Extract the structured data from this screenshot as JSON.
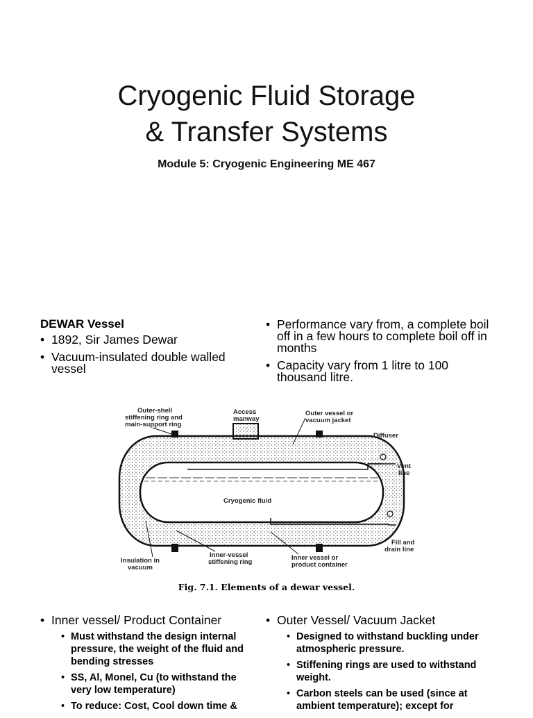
{
  "slide1": {
    "title_line1": "Cryogenic Fluid Storage",
    "title_line2": "& Transfer Systems",
    "subtitle": "Module 5: Cryogenic Engineering ME 467"
  },
  "slide2": {
    "left": {
      "heading": "DEWAR Vessel",
      "bullets": [
        "1892, Sir James Dewar",
        "Vacuum-insulated double walled vessel"
      ]
    },
    "right": {
      "bullets": [
        "Performance vary from, a complete boil off in a few hours to complete boil off in months",
        "Capacity vary from 1 litre to 100 thousand litre."
      ]
    },
    "figure": {
      "labels": {
        "outer_shell": [
          "Outer-shell",
          "stiffening ring and",
          "main-support ring"
        ],
        "access": [
          "Access",
          "manway"
        ],
        "outer_vessel": [
          "Outer vessel or",
          "vacuum jacket"
        ],
        "diffuser": "Diffuser",
        "vent": [
          "Vent",
          "line"
        ],
        "fluid": "Cryogenic fluid",
        "fill": [
          "Fill and",
          "drain line"
        ],
        "insulation": [
          "Insulation in",
          "vacuum"
        ],
        "inner_ring": [
          "Inner-vessel",
          "stiffening ring"
        ],
        "inner_vessel": [
          "Inner vessel or",
          "product container"
        ]
      },
      "caption": "Fig. 7.1.   Elements of a dewar vessel."
    },
    "bottom_left": {
      "bullet": "Inner vessel/ Product Container",
      "sub": [
        "Must withstand the design internal pressure, the weight of the fluid and bending stresses",
        "SS, Al, Monel, Cu (to withstand the very low temperature)",
        "To reduce: Cost, Cool down time &"
      ]
    },
    "bottom_right": {
      "bullet": "Outer Vessel/ Vacuum Jacket",
      "sub": [
        "Designed to withstand buckling under atmospheric pressure.",
        "Stiffening rings are used to withstand weight.",
        "Carbon steels can be used (since at ambient temperature); except for"
      ]
    }
  }
}
